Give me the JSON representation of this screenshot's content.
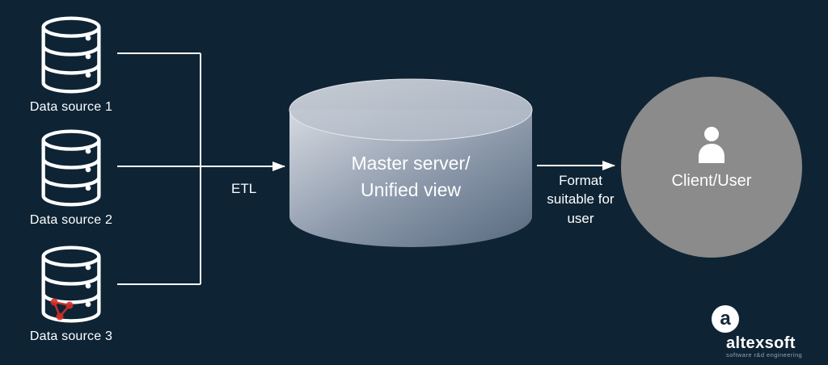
{
  "colors": {
    "background": "#0e2435",
    "line": "#ffffff",
    "cylinder_light": "#d6dae1",
    "cylinder_dark": "#57697f",
    "client_circle": "#8b8b8b",
    "accent_red": "#d93025",
    "logo_tagline_color": "#8fa3b0"
  },
  "data_sources": [
    {
      "label": "Data source 1"
    },
    {
      "label": "Data source 2"
    },
    {
      "label": "Data source 3"
    }
  ],
  "etl_label": "ETL",
  "master": {
    "line1": "Master server/",
    "line2": "Unified view"
  },
  "format_label": "Format suitable for user",
  "client": {
    "label": "Client/User"
  },
  "logo": {
    "monogram": "a",
    "name": "altexsoft",
    "tagline": "software r&d engineering"
  },
  "icons": {
    "database": "database-icon",
    "person": "person-icon",
    "network": "network-watermark-icon",
    "arrow": "arrow-right"
  }
}
